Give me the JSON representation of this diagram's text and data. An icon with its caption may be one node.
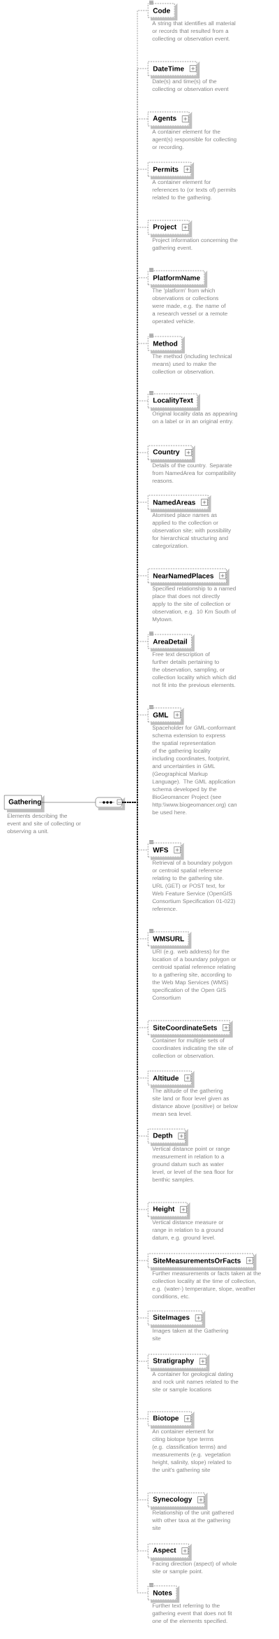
{
  "diagram": {
    "nodes": [
      {
        "text": [
          "Gathering",
          "Elements describing the event and  site of collecting or observing a unit."
        ]
      },
      {
        "text": [],
        "shape": "octagon"
      },
      {
        "text": [
          "Code",
          "A string that identifies all material or records that resulted from a collecting or observation event."
        ]
      },
      {
        "text": [
          "DateTime",
          "Date(s) and time(s) of the collecting or observation event"
        ]
      },
      {
        "text": [
          "Agents",
          "A container element for the agent(s) responsible for collecting or recording."
        ]
      },
      {
        "text": [
          "Permits",
          "A container element for references to (or texts of) permits related to the gathering."
        ]
      },
      {
        "text": [
          "Project",
          "Project information concerning the gathering event."
        ]
      },
      {
        "text": [
          "PlatformName",
          "The 'platform' from which observations or collections were made,  e.g. the name of a research vessel or a remote operated vehicle."
        ]
      },
      {
        "text": [
          "Method",
          "The method (including technical means) used to make the collection or observation."
        ]
      },
      {
        "text": [
          "LocalityText",
          "Original locality data as appearing on a label or in an original entry."
        ]
      },
      {
        "text": [
          "Country",
          "Details of the country. Separate from NamedArea for compatibility reasons."
        ]
      },
      {
        "text": [
          "NamedAreas",
          "Atomised place names as applied to the collection or observation site; with possibility for hierarchical structuring and categorization."
        ]
      },
      {
        "text": [
          "NearNamedPlaces",
          "Specified relationship to a named place that does not directly apply to the site of collection or observation, e.g. 10 Km South of Mytown."
        ]
      },
      {
        "text": [
          "AreaDetail",
          "Free text description of further details pertaining to the observation, sampling, or collection locality which which did not fit into the previous elements."
        ]
      },
      {
        "text": [
          "GML",
          "Spaceholder for GML-conformant schema extension to express the spatial representation of the gathering locality including coordinates, footprint, and uncertainties in GML (Geographical Markup Language). The GML application schema developed by the BioGeomancer Project (see http:\\\\www.biogeomancer.org) can be used here."
        ]
      },
      {
        "text": [
          "WFS",
          "Retrieval of a boundary polygon or centroid spatial reference relating to the gathering site. URL (GET) or POST text, for Web Feature Service (OpenGIS Consortium Specification 01-023) reference."
        ]
      },
      {
        "text": [
          "WMSURL",
          "URI (e.g. web address) for the location of a boundary polygon or centroid spatial reference relating to a gathering site, according to the Web Map Services (WMS) specification of the Open GIS Consortium"
        ]
      },
      {
        "text": [
          "SiteCoordinateSets",
          "Container for multiple sets of coordinates indicating the site of collection or observation."
        ]
      },
      {
        "text": [
          "Altitude",
          "The altitude of the gathering site land or floor level given as distance above (positive) or below mean sea level."
        ]
      },
      {
        "text": [
          "Depth",
          "Vertical distance point or range measurement in relation to a ground datum such as water level, or level of the sea floor for benthic samples."
        ]
      },
      {
        "text": [
          "Height",
          "Vertical distance measure or range in relation to a ground datum, e.g. ground level."
        ]
      },
      {
        "text": [
          "SiteMeasurementsOrFacts",
          "Further measurements or facts taken at the collection locality at the time of collection, e.g. (water-) temperature, slope, weather conditions, etc."
        ]
      },
      {
        "text": [
          "SiteImages",
          "Images taken at the Gathering site"
        ]
      },
      {
        "text": [
          "Stratigraphy",
          "A container for geological dating and rock unit names related to the site or sample locations"
        ]
      },
      {
        "text": [
          "Biotope",
          "An container element for citing biotope type terms (e.g. classification terms) and measurements  (e.g. vegetation height, salinity, slope) related to the unit's gathering site"
        ]
      },
      {
        "text": [
          "Synecology",
          "Relationship of the unit gathered with other taxa at the gathering site"
        ]
      },
      {
        "text": [
          "Aspect",
          "Facing direction (aspect) of whole site or sample point."
        ]
      },
      {
        "text": [
          "Notes",
          "Further text referring to the gathering event that does not fit one of the elements specified."
        ]
      }
    ],
    "edges": [
      {
        "from": 0,
        "to": 1,
        "arrow": "none"
      },
      {
        "from": 1,
        "to": 2,
        "arrow": "none",
        "style": "dashed"
      },
      {
        "from": 1,
        "to": 3,
        "arrow": "none",
        "style": "dashed"
      },
      {
        "from": 1,
        "to": 4,
        "arrow": "none",
        "style": "dashed"
      },
      {
        "from": 1,
        "to": 5,
        "arrow": "none",
        "style": "dashed"
      },
      {
        "from": 1,
        "to": 6,
        "arrow": "none",
        "style": "dashed"
      },
      {
        "from": 1,
        "to": 7,
        "arrow": "none",
        "style": "dashed"
      },
      {
        "from": 1,
        "to": 8,
        "arrow": "none",
        "style": "dashed"
      },
      {
        "from": 1,
        "to": 9,
        "arrow": "none",
        "style": "dashed"
      },
      {
        "from": 1,
        "to": 10,
        "arrow": "none",
        "style": "dashed"
      },
      {
        "from": 1,
        "to": 11,
        "arrow": "none",
        "style": "dashed"
      },
      {
        "from": 1,
        "to": 12,
        "arrow": "none",
        "style": "dashed"
      },
      {
        "from": 1,
        "to": 13,
        "arrow": "none",
        "style": "dashed"
      },
      {
        "from": 1,
        "to": 14,
        "arrow": "none",
        "style": "dashed"
      },
      {
        "from": 1,
        "to": 15,
        "arrow": "none",
        "style": "dashed"
      },
      {
        "from": 1,
        "to": 16,
        "arrow": "none",
        "style": "dashed"
      },
      {
        "from": 1,
        "to": 17,
        "arrow": "none",
        "style": "dashed"
      },
      {
        "from": 1,
        "to": 18,
        "arrow": "none",
        "style": "dashed"
      },
      {
        "from": 1,
        "to": 19,
        "arrow": "none",
        "style": "dashed"
      },
      {
        "from": 1,
        "to": 20,
        "arrow": "none",
        "style": "dashed"
      },
      {
        "from": 1,
        "to": 21,
        "arrow": "none",
        "style": "dashed"
      },
      {
        "from": 1,
        "to": 22,
        "arrow": "none",
        "style": "dashed"
      },
      {
        "from": 1,
        "to": 23,
        "arrow": "none",
        "style": "dashed"
      },
      {
        "from": 1,
        "to": 24,
        "arrow": "none",
        "style": "dashed"
      },
      {
        "from": 1,
        "to": 25,
        "arrow": "none",
        "style": "dashed"
      },
      {
        "from": 1,
        "to": 26,
        "arrow": "none",
        "style": "dashed"
      },
      {
        "from": 1,
        "to": 27,
        "arrow": "none",
        "style": "dashed"
      }
    ]
  }
}
